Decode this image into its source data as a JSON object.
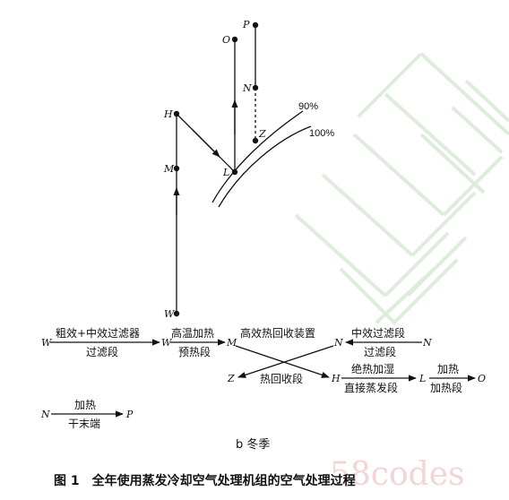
{
  "points": {
    "P": "P",
    "O": "O",
    "N": "N",
    "Z": "Z",
    "H": "H",
    "M": "M",
    "L": "L",
    "W": "W"
  },
  "curves": {
    "rh90": "90%",
    "rh100": "100%"
  },
  "flow": {
    "W_left": "W",
    "step1_top": "粗效+中效过滤器",
    "step1_bottom": "过滤段",
    "W_mid": "W",
    "step2_top": "高温加热",
    "step2_bottom": "预热段",
    "M": "M",
    "recovery_label": "高效热回收装置",
    "N_mid": "N",
    "step3_top": "中效过滤段",
    "step3_bottom": "过滤段",
    "N_right": "N",
    "Z": "Z",
    "recovery_bottom": "热回收段",
    "H": "H",
    "step4_top": "绝热加湿",
    "step4_bottom": "直接蒸发段",
    "L": "L",
    "step5_top": "加热",
    "step5_bottom": "加热段",
    "O": "O"
  },
  "terminal": {
    "N": "N",
    "top": "加热",
    "bottom": "干末端",
    "P": "P"
  },
  "subcaption": "b 冬季",
  "figure_caption": "图 1　全年使用蒸发冷却空气处理机组的空气处理过程",
  "watermark": "58codes",
  "colors": {
    "line": "#111111",
    "watermark": "#b8d8b0"
  }
}
